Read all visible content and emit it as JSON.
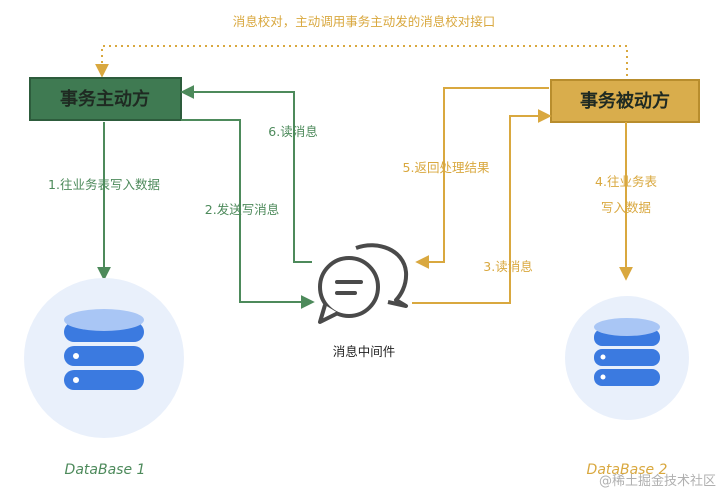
{
  "top_label": "消息校对，主动调用事务主动发的消息校对接口",
  "active_box": "事务主动方",
  "passive_box": "事务被动方",
  "middleware_label": "消息中间件",
  "step1": "1.往业务表写入数据",
  "step2": "2.发送写消息",
  "step3": "3.读消息",
  "step4_line1": "4.往业务表",
  "step4_line2": "写入数据",
  "step5": "5.返回处理结果",
  "step6": "6.读消息",
  "db1_label": "DataBase 1",
  "db2_label": "DataBase 2",
  "watermark": "@稀土掘金技术社区",
  "colors": {
    "green": "#4d8a5b",
    "gold": "#d9a83f",
    "box_green": "#3f7a52",
    "box_gold": "#d9ad4c",
    "db_blue": "#3b7ae0",
    "db_bg": "#e9f0fb"
  },
  "icons": [
    "database-icon",
    "chat-bubbles-icon"
  ]
}
